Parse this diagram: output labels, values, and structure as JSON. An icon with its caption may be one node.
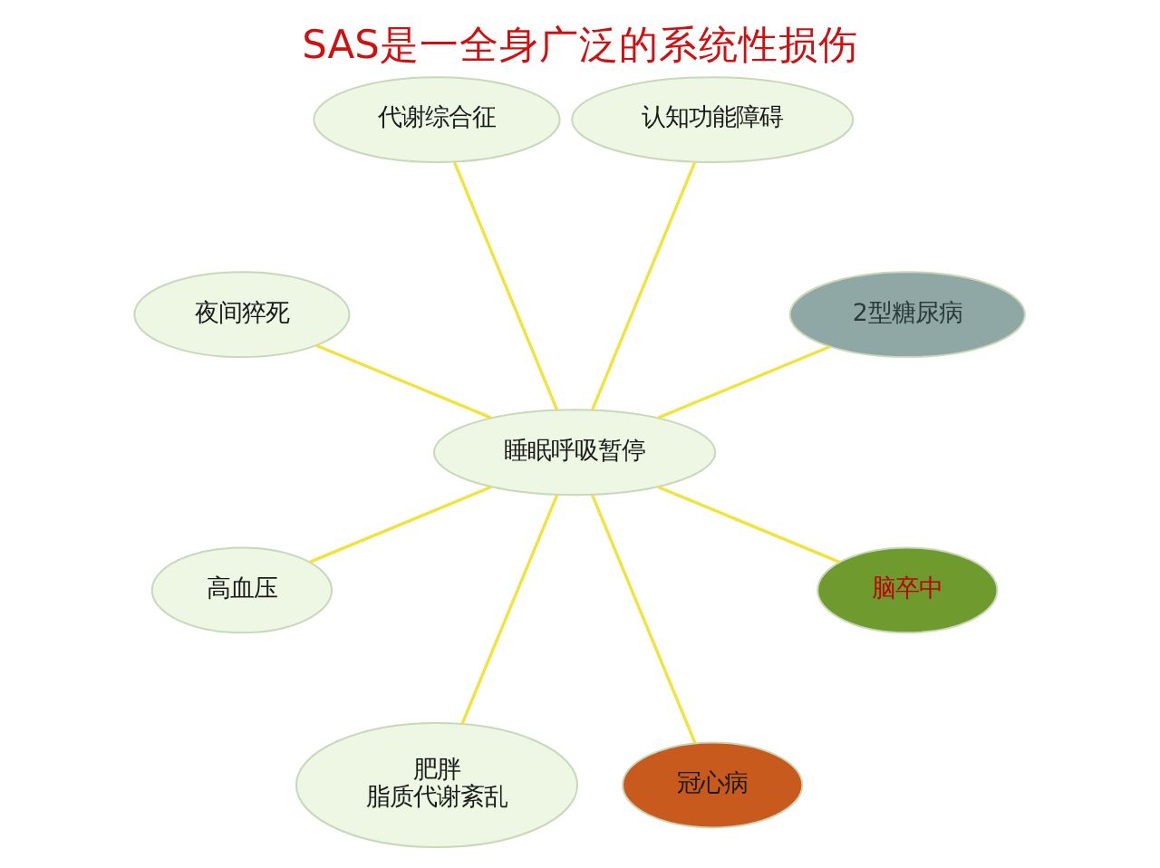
{
  "diagram": {
    "title": "SAS是一全身广泛的系统性损伤",
    "nodes": [
      {
        "text": [
          "2型糖尿病"
        ]
      },
      {
        "text": [
          "认知功能障碍"
        ]
      },
      {
        "text": [
          "代谢综合征"
        ]
      },
      {
        "text": [
          "夜间猝死"
        ]
      },
      {
        "text": [
          "睡眠呼吸暂停"
        ]
      },
      {
        "text": [
          "高血压"
        ]
      },
      {
        "text": [
          "肥胖",
          "脂质代谢紊乱"
        ]
      },
      {
        "text": [
          "冠心病"
        ]
      },
      {
        "text": [
          "脑卒中"
        ]
      }
    ],
    "edges": [
      {
        "from": 4,
        "to": 0,
        "arrow": "none"
      },
      {
        "from": 4,
        "to": 1,
        "arrow": "none"
      },
      {
        "from": 4,
        "to": 2,
        "arrow": "none"
      },
      {
        "from": 4,
        "to": 3,
        "arrow": "none"
      },
      {
        "from": 4,
        "to": 5,
        "arrow": "none"
      },
      {
        "from": 4,
        "to": 6,
        "arrow": "none"
      },
      {
        "from": 4,
        "to": 7,
        "arrow": "none"
      },
      {
        "from": 4,
        "to": 8,
        "arrow": "none"
      }
    ]
  }
}
